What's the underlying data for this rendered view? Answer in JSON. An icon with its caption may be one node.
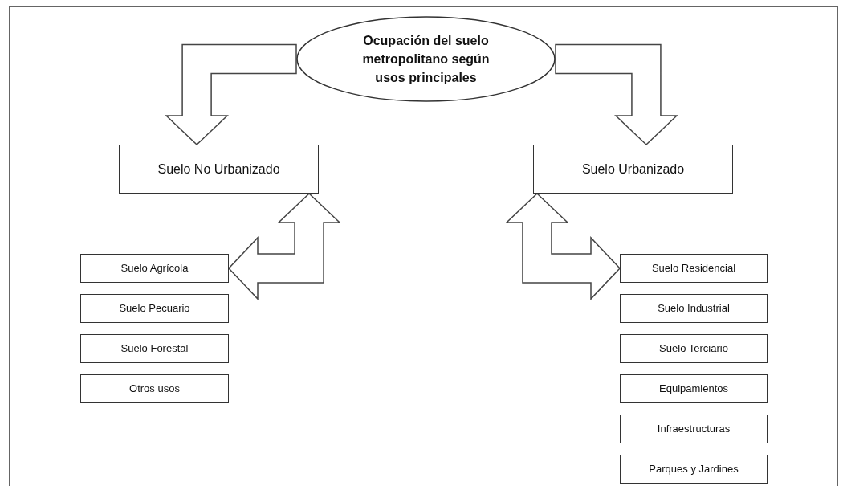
{
  "diagram": {
    "nodes": [
      {
        "text": [
          "Ocupación del suelo metropolitano según usos principales"
        ]
      },
      {
        "text": [
          "Suelo No Urbanizado"
        ]
      },
      {
        "text": [
          "Suelo Urbanizado"
        ]
      },
      {
        "text": [
          "Suelo Agrícola"
        ]
      },
      {
        "text": [
          "Suelo Pecuario"
        ]
      },
      {
        "text": [
          "Suelo Forestal"
        ]
      },
      {
        "text": [
          "Otros usos"
        ]
      },
      {
        "text": [
          "Suelo Residencial"
        ]
      },
      {
        "text": [
          "Suelo Industrial"
        ]
      },
      {
        "text": [
          "Suelo Terciario"
        ]
      },
      {
        "text": [
          "Equipamientos"
        ]
      },
      {
        "text": [
          "Infraestructuras"
        ]
      },
      {
        "text": [
          "Parques y Jardines"
        ]
      }
    ],
    "edges": [
      {
        "from": 0,
        "to": 1,
        "arrow": "to"
      },
      {
        "from": 0,
        "to": 2,
        "arrow": "to"
      },
      {
        "from": 1,
        "to": 3,
        "arrow": "both"
      },
      {
        "from": 2,
        "to": 7,
        "arrow": "both"
      }
    ]
  }
}
